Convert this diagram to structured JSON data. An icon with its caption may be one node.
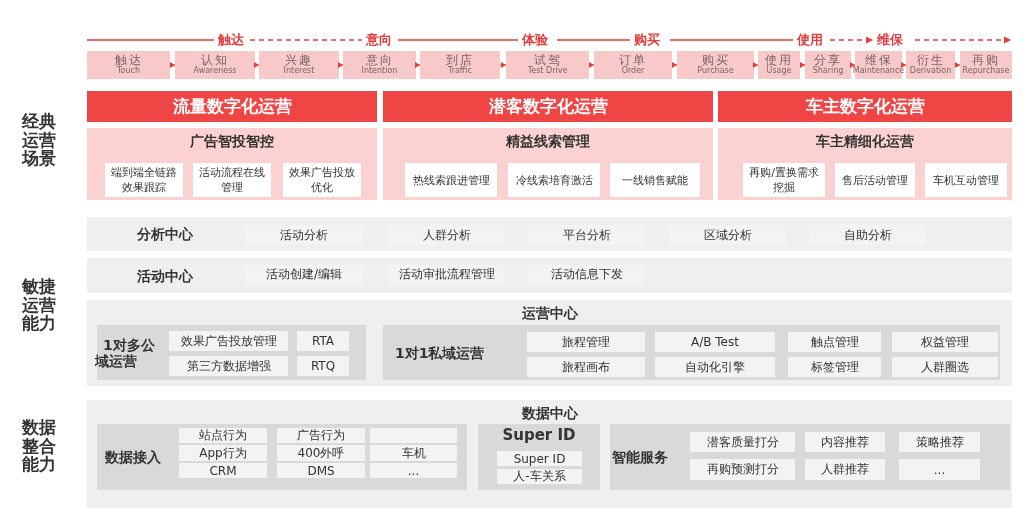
{
  "diagram": {
    "nodes": [
      {
        "text": [
          "触达",
          "Touch"
        ]
      },
      {
        "text": [
          "认知",
          "Awareness"
        ]
      },
      {
        "text": [
          "兴趣",
          "Interest"
        ]
      },
      {
        "text": [
          "意向",
          "Intention"
        ]
      },
      {
        "text": [
          "到店",
          "Traffic"
        ]
      },
      {
        "text": [
          "试驾",
          "Test Drive"
        ]
      },
      {
        "text": [
          "订单",
          "Order"
        ]
      },
      {
        "text": [
          "购买",
          "Purchase"
        ]
      },
      {
        "text": [
          "使用",
          "Usage"
        ]
      },
      {
        "text": [
          "分享",
          "Sharing"
        ]
      },
      {
        "text": [
          "维保",
          "Maintenance"
        ]
      },
      {
        "text": [
          "衍生",
          "Derivation"
        ]
      },
      {
        "text": [
          "再购",
          "Repurchase"
        ]
      },
      {
        "text": [
          "流量数字化运营"
        ]
      },
      {
        "text": [
          "潜客数字化运营"
        ]
      },
      {
        "text": [
          "车主数字化运营"
        ]
      },
      {
        "text": [
          "广告智投智控"
        ]
      },
      {
        "text": [
          "端到端全链路效果跟踪"
        ],
        "in": 16
      },
      {
        "text": [
          "活动流程在线管理"
        ],
        "in": 16
      },
      {
        "text": [
          "效果广告投放优化"
        ],
        "in": 16
      },
      {
        "text": [
          "精益线索管理"
        ]
      },
      {
        "text": [
          "热线索跟进管理"
        ],
        "in": 20
      },
      {
        "text": [
          "冷线索培育激活"
        ],
        "in": 20
      },
      {
        "text": [
          "一线销售赋能"
        ],
        "in": 20
      },
      {
        "text": [
          "车主精细化运营"
        ]
      },
      {
        "text": [
          "再购/置换需求挖掘"
        ],
        "in": 24
      },
      {
        "text": [
          "售后活动管理"
        ],
        "in": 24
      },
      {
        "text": [
          "车机互动管理"
        ],
        "in": 24
      },
      {
        "text": [
          "分析中心"
        ]
      },
      {
        "text": [
          "活动分析"
        ],
        "in": 28
      },
      {
        "text": [
          "人群分析"
        ],
        "in": 28
      },
      {
        "text": [
          "平台分析"
        ],
        "in": 28
      },
      {
        "text": [
          "区域分析"
        ],
        "in": 28
      },
      {
        "text": [
          "自助分析"
        ],
        "in": 28
      },
      {
        "text": [
          "活动中心"
        ]
      },
      {
        "text": [
          "活动创建/编辑"
        ],
        "in": 34
      },
      {
        "text": [
          "活动审批流程管理"
        ],
        "in": 34
      },
      {
        "text": [
          "活动信息下发"
        ],
        "in": 34
      },
      {
        "text": [
          "运营中心"
        ]
      },
      {
        "text": [
          "1对多公域运营"
        ],
        "in": 38
      },
      {
        "text": [
          "效果广告投放管理"
        ],
        "in": 39
      },
      {
        "text": [
          "RTA"
        ],
        "in": 39
      },
      {
        "text": [
          "第三方数据增强"
        ],
        "in": 39
      },
      {
        "text": [
          "RTQ"
        ],
        "in": 39
      },
      {
        "text": [
          "1对1私域运营"
        ],
        "in": 38
      },
      {
        "text": [
          "旅程管理"
        ],
        "in": 44
      },
      {
        "text": [
          "A/B Test"
        ],
        "in": 44
      },
      {
        "text": [
          "触点管理"
        ],
        "in": 44
      },
      {
        "text": [
          "权益管理"
        ],
        "in": 44
      },
      {
        "text": [
          "旅程画布"
        ],
        "in": 44
      },
      {
        "text": [
          "自动化引擎"
        ],
        "in": 44
      },
      {
        "text": [
          "标签管理"
        ],
        "in": 44
      },
      {
        "text": [
          "人群圈选"
        ],
        "in": 44
      },
      {
        "text": [
          "数据中心"
        ]
      },
      {
        "text": [
          "数据接入"
        ],
        "in": 53
      },
      {
        "text": [
          "站点行为"
        ],
        "in": 54
      },
      {
        "text": [
          "广告行为"
        ],
        "in": 54
      },
      {
        "text": [],
        "shape": "box",
        "in": 54
      },
      {
        "text": [
          "App行为"
        ],
        "in": 54
      },
      {
        "text": [
          "400外呼"
        ],
        "in": 54
      },
      {
        "text": [
          "车机"
        ],
        "in": 54
      },
      {
        "text": [
          "CRM"
        ],
        "in": 54
      },
      {
        "text": [
          "DMS"
        ],
        "in": 54
      },
      {
        "text": [
          "..."
        ],
        "in": 54
      },
      {
        "text": [
          "Super ID"
        ],
        "in": 53
      },
      {
        "text": [
          "Super ID"
        ],
        "in": 64
      },
      {
        "text": [
          "人-车关系"
        ],
        "in": 64
      },
      {
        "text": [
          "智能服务"
        ],
        "in": 53
      },
      {
        "text": [
          "潜客质量打分"
        ],
        "in": 67
      },
      {
        "text": [
          "内容推荐"
        ],
        "in": 67
      },
      {
        "text": [
          "策略推荐"
        ],
        "in": 67
      },
      {
        "text": [
          "再购预测打分"
        ],
        "in": 67
      },
      {
        "text": [
          "人群推荐"
        ],
        "in": 67
      },
      {
        "text": [
          "..."
        ],
        "in": 67
      }
    ],
    "edges": [
      {
        "from": 0,
        "to": 1,
        "arrow": "to"
      },
      {
        "from": 1,
        "to": 2,
        "arrow": "to"
      },
      {
        "from": 2,
        "to": 3,
        "arrow": "to"
      },
      {
        "from": 3,
        "to": 4,
        "arrow": "to"
      },
      {
        "from": 4,
        "to": 5,
        "arrow": "to"
      },
      {
        "from": 5,
        "to": 6,
        "arrow": "to"
      },
      {
        "from": 6,
        "to": 7,
        "arrow": "to"
      },
      {
        "from": 7,
        "to": 8,
        "arrow": "to"
      },
      {
        "from": 8,
        "to": 9,
        "arrow": "to"
      },
      {
        "from": 9,
        "to": 10,
        "arrow": "to"
      },
      {
        "from": 10,
        "to": 11,
        "arrow": "to"
      },
      {
        "from": 11,
        "to": 12,
        "arrow": "to"
      }
    ],
    "labels": [
      "触达",
      "意向",
      "体验",
      "购买",
      "使用",
      "维保",
      "经典运营场景",
      "敏捷运营能力",
      "数据整合能力"
    ]
  }
}
